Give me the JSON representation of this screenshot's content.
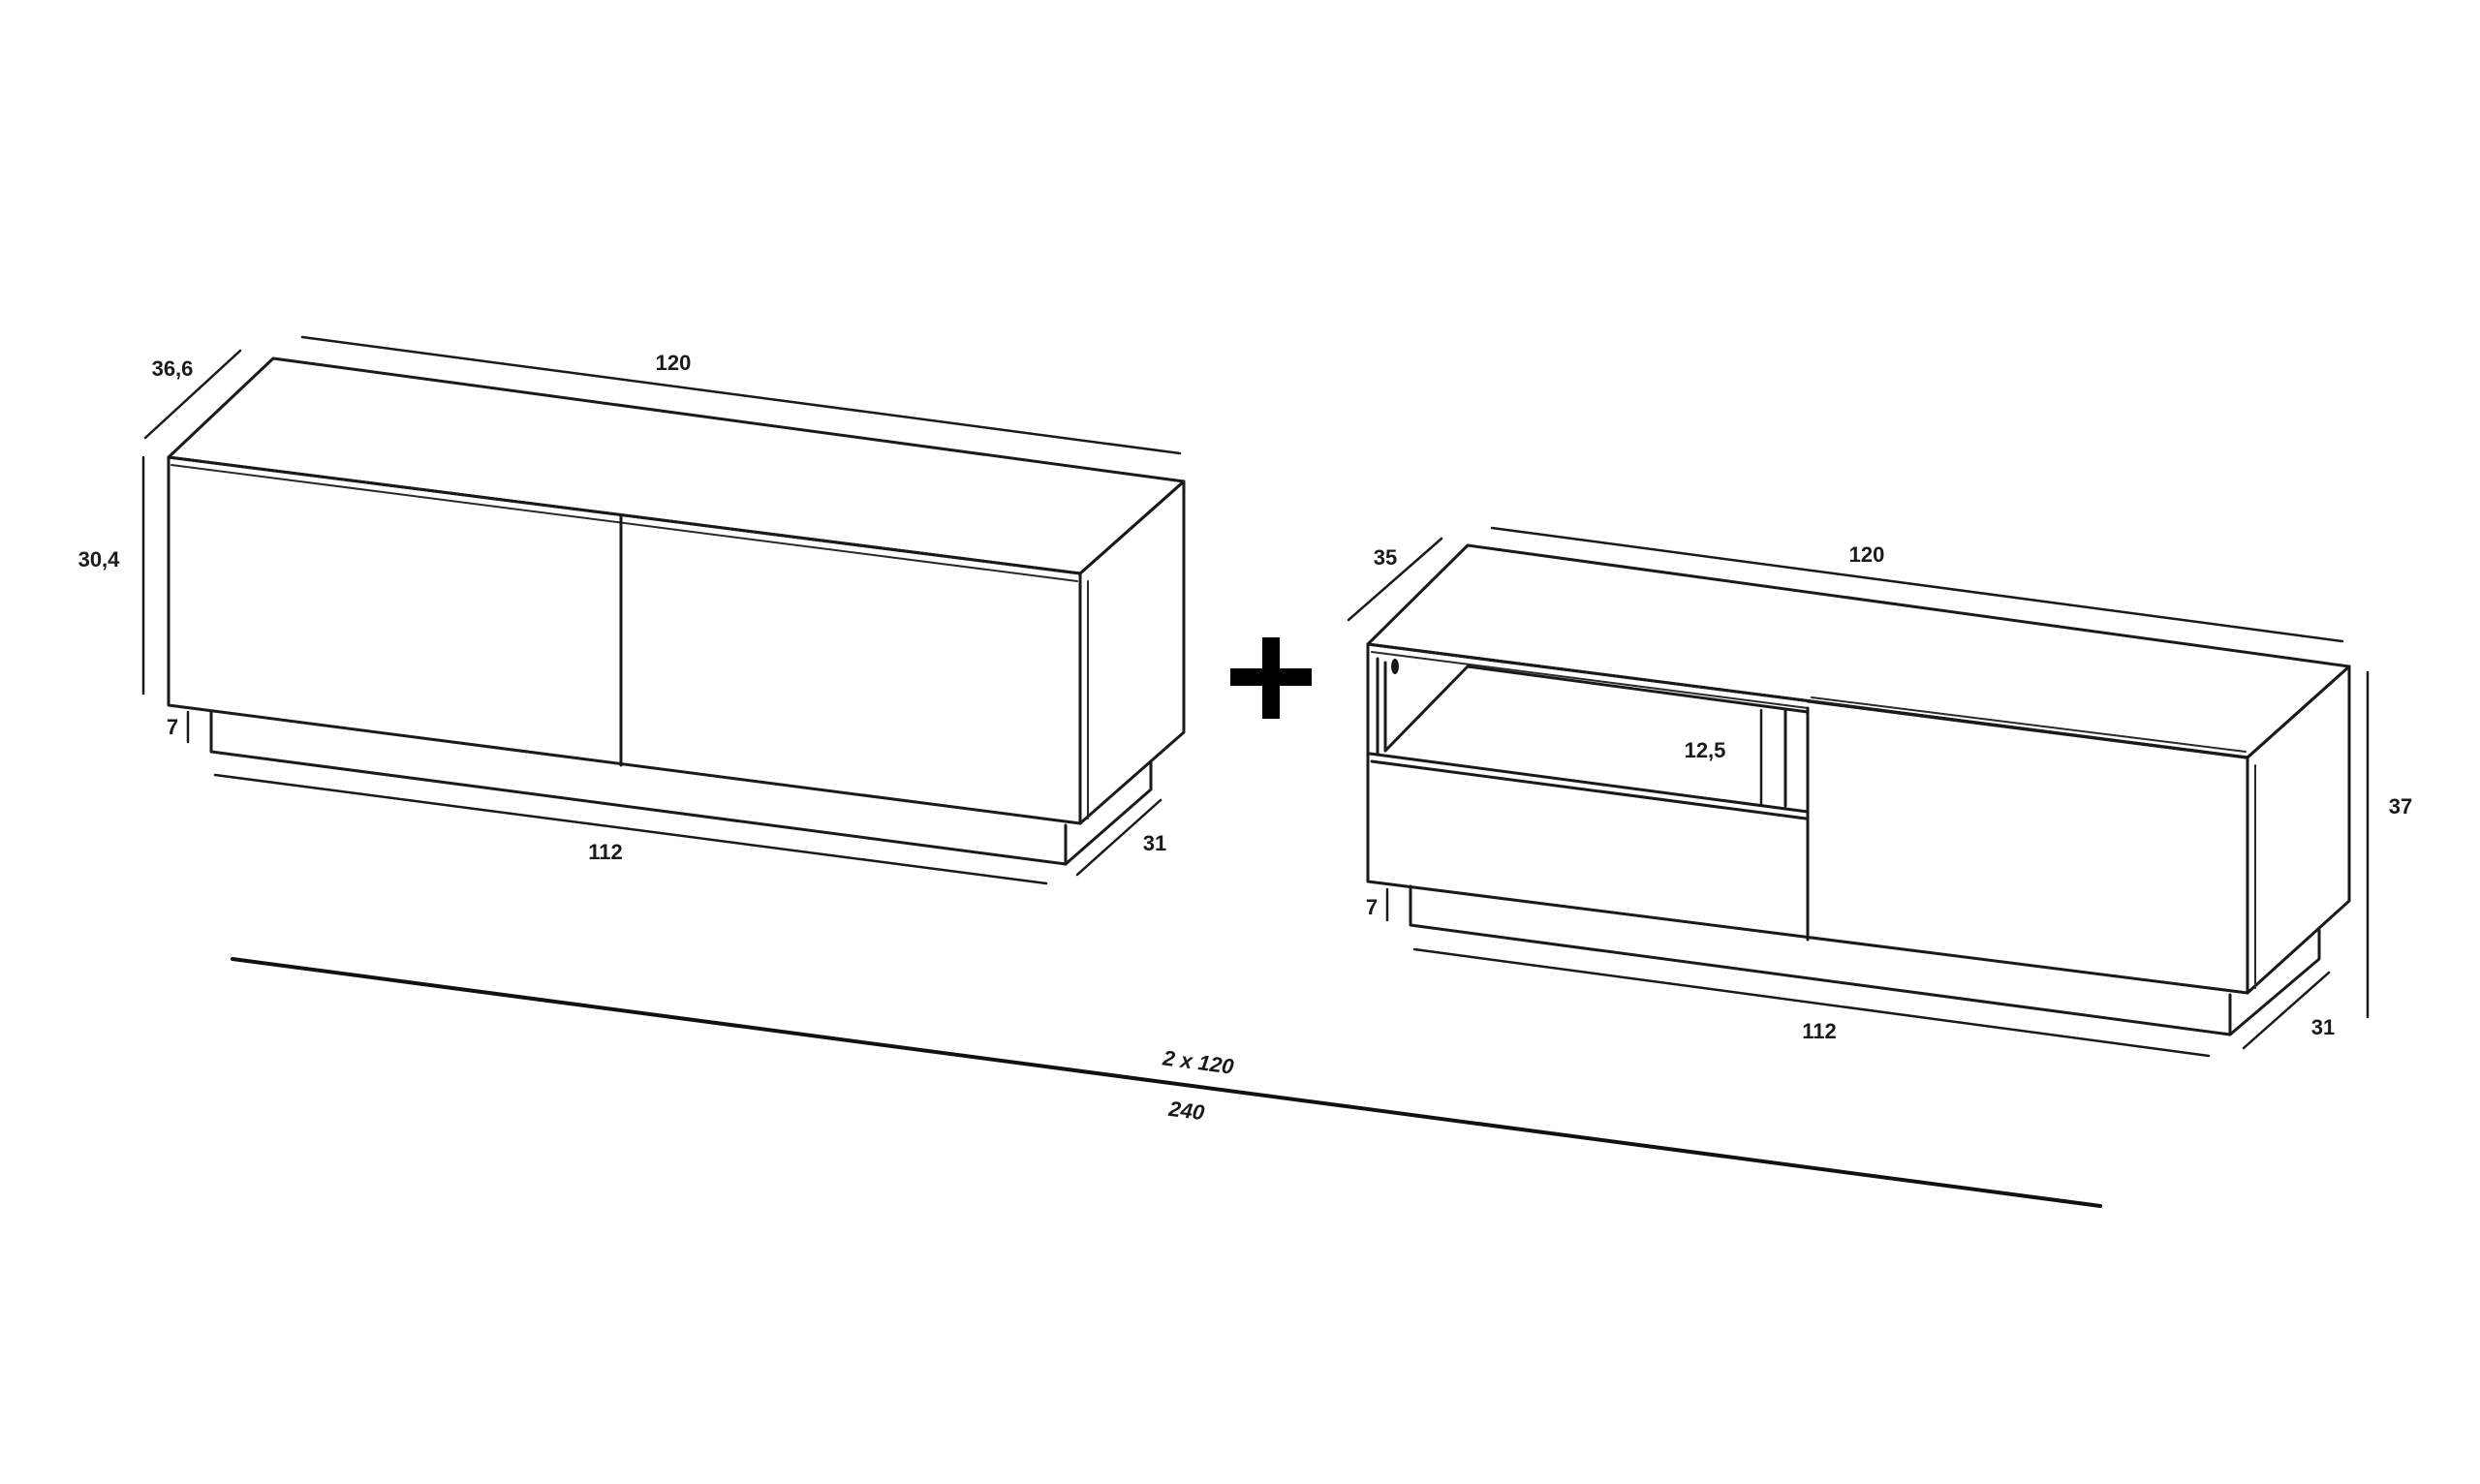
{
  "cabinet_left": {
    "dim_width_top": "120",
    "dim_depth": "36,6",
    "dim_height": "30,4",
    "dim_plinth_height": "7",
    "dim_plinth_width": "112",
    "dim_plinth_depth": "31"
  },
  "cabinet_right": {
    "dim_width_top": "120",
    "dim_depth": "35",
    "dim_height": "37",
    "dim_shelf_height": "12,5",
    "dim_plinth_height": "7",
    "dim_plinth_width": "112",
    "dim_plinth_depth": "31"
  },
  "combined": {
    "plus_symbol": "+",
    "label_multiplier": "2 x 120",
    "label_total": "240"
  }
}
